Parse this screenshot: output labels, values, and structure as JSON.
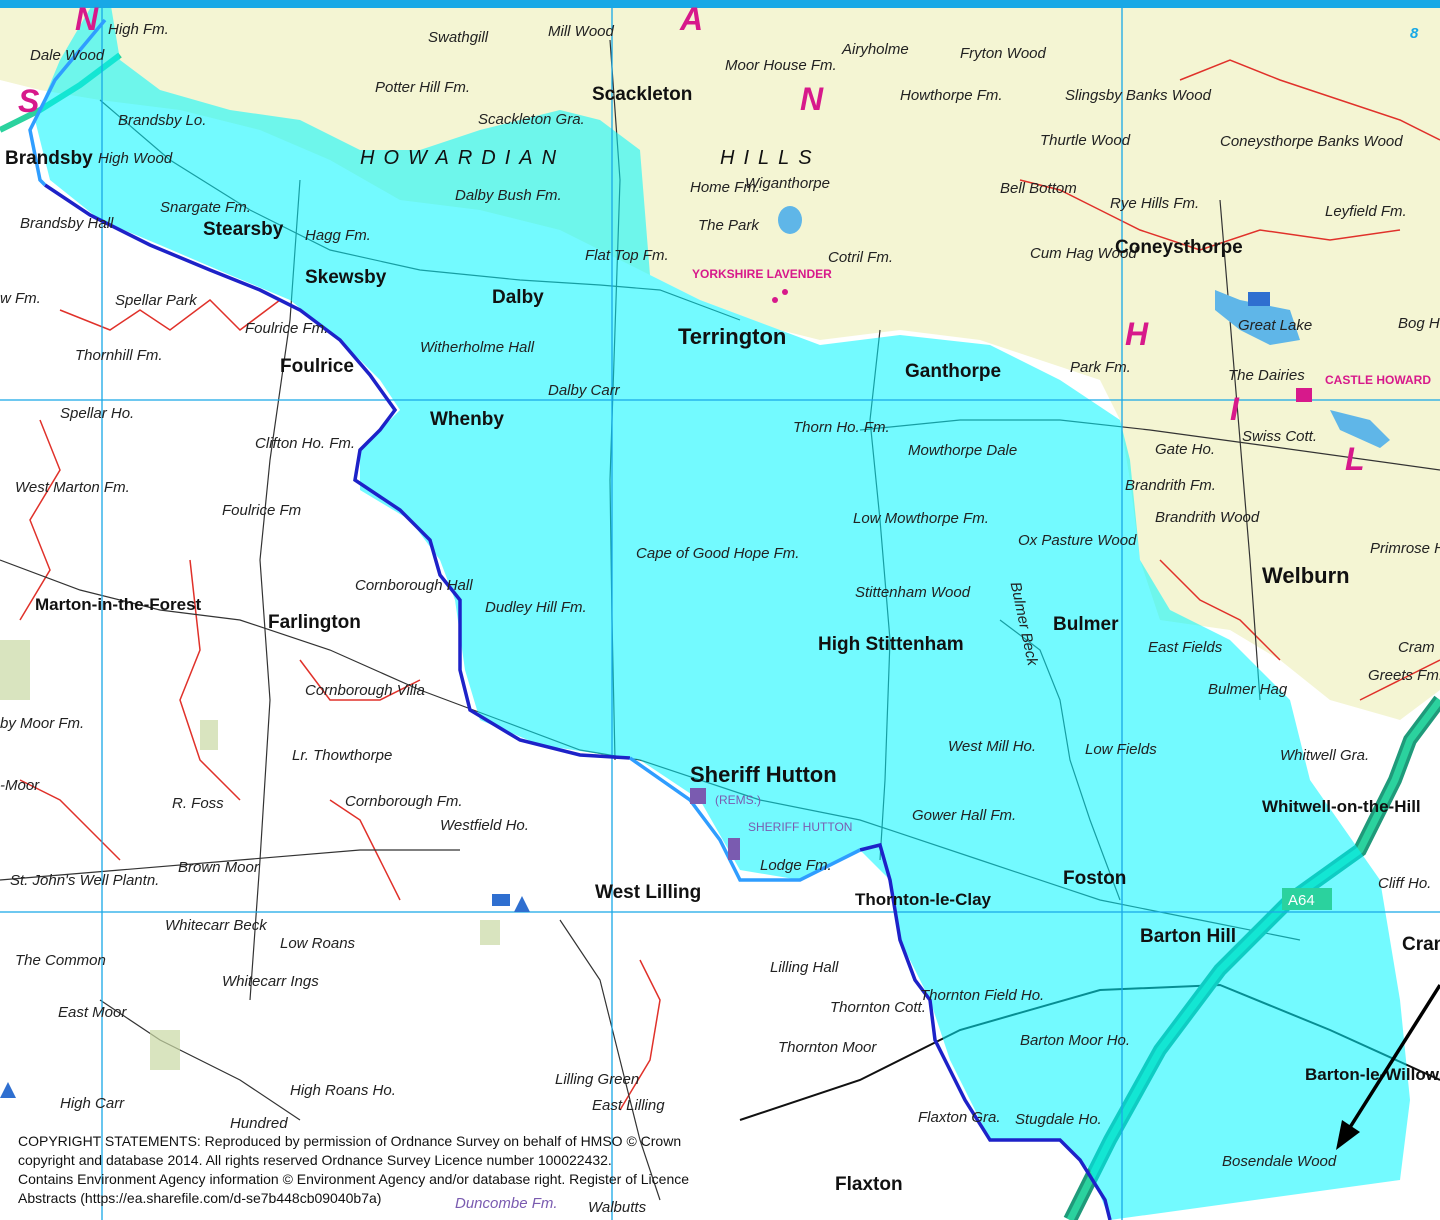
{
  "colors": {
    "land_aonb": "#f4f5d3",
    "flood_area": "#00f5ff",
    "flood_opacity": 0.55,
    "boundary_blue": "#1d22c8",
    "river_light": "#2f9dff",
    "grid": "#18a8e6",
    "boundary_red": "#e0312a",
    "road_green": "#1f9a7a",
    "road_a64": "#2bd29e"
  },
  "labels": {
    "brandsby": "Brandsby",
    "high_fm": "High Fm.",
    "dale_wood": "Dale Wood",
    "brandsby_lo": "Brandsby Lo.",
    "high_wood": "High Wood",
    "brandsby_hall": "Brandsby Hall",
    "snargate": "Snargate Fm.",
    "stearsby": "Stearsby",
    "hagg_fm": "Hagg Fm.",
    "skewsby": "Skewsby",
    "spellar_park": "Spellar Park",
    "thornhill_fm": "Thornhill Fm.",
    "foulrice_fm": "Foulrice Fm.",
    "foulrice": "Foulrice",
    "spellar_ho": "Spellar Ho.",
    "west_marton": "West Marton Fm.",
    "clifton_ho": "Clifton Ho. Fm.",
    "foulrice_fm2": "Foulrice Fm",
    "marton": "Marton-in-the-Forest",
    "farlington": "Farlington",
    "cornborough_hall": "Cornborough Hall",
    "dudley_hill": "Dudley Hill Fm.",
    "cornborough_villa": "Cornborough Villa",
    "lr_thowthorpe": "Lr. Thowthorpe",
    "cornborough_fm": "Cornborough Fm.",
    "westfield_ho": "Westfield Ho.",
    "r_foss": "R. Foss",
    "brown_moor": "Brown Moor",
    "st_johns": "St. John's Well Plantn.",
    "whitecarr_beck": "Whitecarr Beck",
    "low_roans": "Low Roans",
    "whitecarr_ings": "Whitecarr Ings",
    "the_common": "The Common",
    "east_moor": "East Moor",
    "high_roans": "High Roans Ho.",
    "high_carr": "High Carr",
    "swathgill": "Swathgill",
    "mill_wood": "Mill Wood",
    "potter_hill": "Potter Hill Fm.",
    "scackleton": "Scackleton",
    "scackleton_gra": "Scackleton Gra.",
    "moor_house": "Moor House Fm.",
    "airyholme": "Airyholme",
    "fryton_wood": "Fryton Wood",
    "slingsby": "Slingsby Banks Wood",
    "howthorpe": "Howthorpe Fm.",
    "howardian": "HOWARDIAN",
    "hills": "HILLS",
    "dalby_bush": "Dalby Bush Fm.",
    "home_fm": "Home Fm.",
    "wiganthorpe": "Wiganthorpe",
    "the_park": "The Park",
    "thurtle": "Thurtle Wood",
    "bell_bottom": "Bell Bottom",
    "rye_hills": "Rye Hills Fm.",
    "coneysthorpe_banks": "Coneysthorpe Banks Wood",
    "leyfield": "Leyfield Fm.",
    "flat_top": "Flat Top Fm.",
    "cotril": "Cotril Fm.",
    "cum_hag": "Cum Hag Wood",
    "coneysthorpe": "Coneysthorpe",
    "dalby": "Dalby",
    "yorkshire_lavender": "YORKSHIRE LAVENDER",
    "terrington": "Terrington",
    "great_lake": "Great Lake",
    "bog_hall": "Bog H",
    "witherholme": "Witherholme Hall",
    "whenby": "Whenby",
    "dalby_carr": "Dalby Carr",
    "ganthorpe": "Ganthorpe",
    "park_fm": "Park Fm.",
    "the_dairies": "The Dairies",
    "castle_howard": "CASTLE HOWARD",
    "thorn_ho": "Thorn Ho. Fm.",
    "mowthorpe_dale": "Mowthorpe Dale",
    "gate_ho": "Gate Ho.",
    "swiss_cott": "Swiss Cott.",
    "brandrith_fm": "Brandrith Fm.",
    "brandrith_wood": "Brandrith Wood",
    "low_mowthorpe": "Low Mowthorpe Fm.",
    "ox_pasture": "Ox Pasture Wood",
    "primrose": "Primrose Hill",
    "cape_good_hope": "Cape of Good Hope Fm.",
    "welburn": "Welburn",
    "stittenham_wood": "Stittenham Wood",
    "bulmer_beck": "Bulmer Beck",
    "bulmer": "Bulmer",
    "high_stittenham": "High Stittenham",
    "east_fields": "East Fields",
    "greets_fm": "Greets Fm.",
    "bulmer_hag": "Bulmer Hag",
    "west_mill": "West Mill Ho.",
    "low_fields": "Low Fields",
    "whitwell_gra": "Whitwell Gra.",
    "sheriff_hutton": "Sheriff Hutton",
    "rems": "(REMS.)",
    "sheriff_hutton_castle": "SHERIFF HUTTON",
    "gower_hall": "Gower Hall Fm.",
    "whitwell_hill": "Whitwell-on-the-Hill",
    "lodge_fm": "Lodge Fm.",
    "west_lilling": "West Lilling",
    "foston": "Foston",
    "thornton_clay": "Thornton-le-Clay",
    "cliff_ho": "Cliff Ho.",
    "a64": "A64",
    "barton_hill": "Barton Hill",
    "lilling_hall": "Lilling Hall",
    "thornton_cott": "Thornton Cott.",
    "thornton_field": "Thornton Field Ho.",
    "barton_moor": "Barton Moor Ho.",
    "thornton_moor": "Thornton Moor",
    "lilling_green": "Lilling Green",
    "barton_willows": "Barton-le-Willows",
    "flaxton_gra": "Flaxton Gra.",
    "stugdale": "Stugdale Ho.",
    "east_lilling": "East Lilling",
    "bosendale": "Bosendale Wood",
    "flaxton": "Flaxton",
    "duncombe": "Duncombe Fm.",
    "walbutts": "Walbutts",
    "cram": "Cram",
    "craml": "Cram",
    "grid_8": "8",
    "moor_fm_w": "w Fm.",
    "byfm": "by Moor Fm.",
    "moor_w": "-Moor",
    "hundreds": "Hundred",
    "cap_s": "S",
    "cap_n1": "N",
    "cap_n2": "N",
    "cap_a": "A",
    "cap_h": "H",
    "cap_i": "I",
    "cap_l": "L"
  },
  "copyright": {
    "line1": "COPYRIGHT STATEMENTS: Reproduced by permission of Ordnance Survey on behalf of HMSO © Crown",
    "line2": "copyright and database 2014.  All rights reserved Ordnance Survey Licence number 100022432.",
    "line3": "Contains Environment Agency information © Environment Agency and/or database right. Register of Licence",
    "line4": "Abstracts (https://ea.sharefile.com/d-se7b448cb09040b7a)"
  }
}
